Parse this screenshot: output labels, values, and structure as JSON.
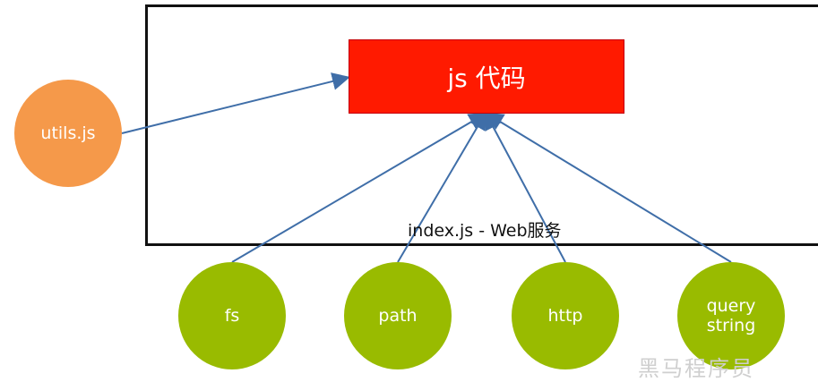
{
  "diagram": {
    "core_label": "js 代码",
    "frame_label": "index.js - Web服务",
    "utils_label": "utils.js",
    "modules": [
      {
        "label": "fs"
      },
      {
        "label": "path"
      },
      {
        "label": "http"
      },
      {
        "label": "query\nstring"
      }
    ],
    "watermark": "黑马程序员"
  },
  "colors": {
    "core": "#ff1a00",
    "utils": "#f5994a",
    "module": "#99bb00",
    "arrow": "#3f6ea8",
    "frame": "#111111"
  }
}
